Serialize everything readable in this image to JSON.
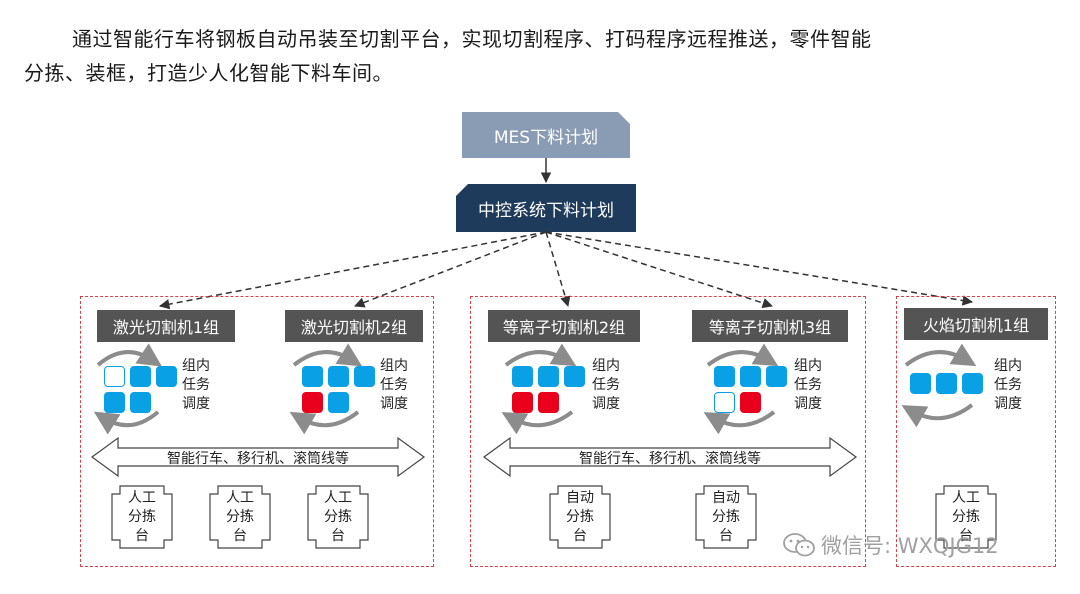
{
  "intro": {
    "line1": "通过智能行车将钢板自动吊装至切割平台，实现切割程序、打码程序远程推送，零件智能",
    "line2": "分拣、装框，打造少人化智能下料车间。"
  },
  "top_box": "MES下料计划",
  "control_box": "中控系统下料计划",
  "task_label": "组内\n任务\n调度",
  "groups": [
    {
      "conveyor": "智能行车、移行机、滚筒线等",
      "machines": [
        {
          "label": "激光切割机1组",
          "squares": [
            "w",
            "b",
            "b",
            "b",
            "b"
          ]
        },
        {
          "label": "激光切割机2组",
          "squares": [
            "b",
            "b",
            "b",
            "r",
            "b"
          ]
        }
      ],
      "stations": [
        "人工\n分拣\n台",
        "人工\n分拣\n台",
        "人工\n分拣\n台"
      ]
    },
    {
      "conveyor": "智能行车、移行机、滚筒线等",
      "machines": [
        {
          "label": "等离子切割机2组",
          "squares": [
            "b",
            "b",
            "b",
            "r",
            "r"
          ]
        },
        {
          "label": "等离子切割机3组",
          "squares": [
            "b",
            "b",
            "b",
            "w",
            "r"
          ]
        }
      ],
      "stations": [
        "自动\n分拣\n台",
        "自动\n分拣\n台"
      ]
    },
    {
      "conveyor": "",
      "machines": [
        {
          "label": "火焰切割机1组",
          "squares": [
            "b",
            "b",
            "b"
          ]
        }
      ],
      "stations": [
        "人工\n分拣\n台"
      ]
    }
  ],
  "watermark": "微信号: WXQJG12",
  "colors": {
    "accent_blue": "#0aa0e6",
    "accent_red": "#e8001c",
    "dash_red": "#d9404a",
    "navy": "#1f3b5b",
    "slate": "#8a9bb4",
    "label_gray": "#545454"
  }
}
